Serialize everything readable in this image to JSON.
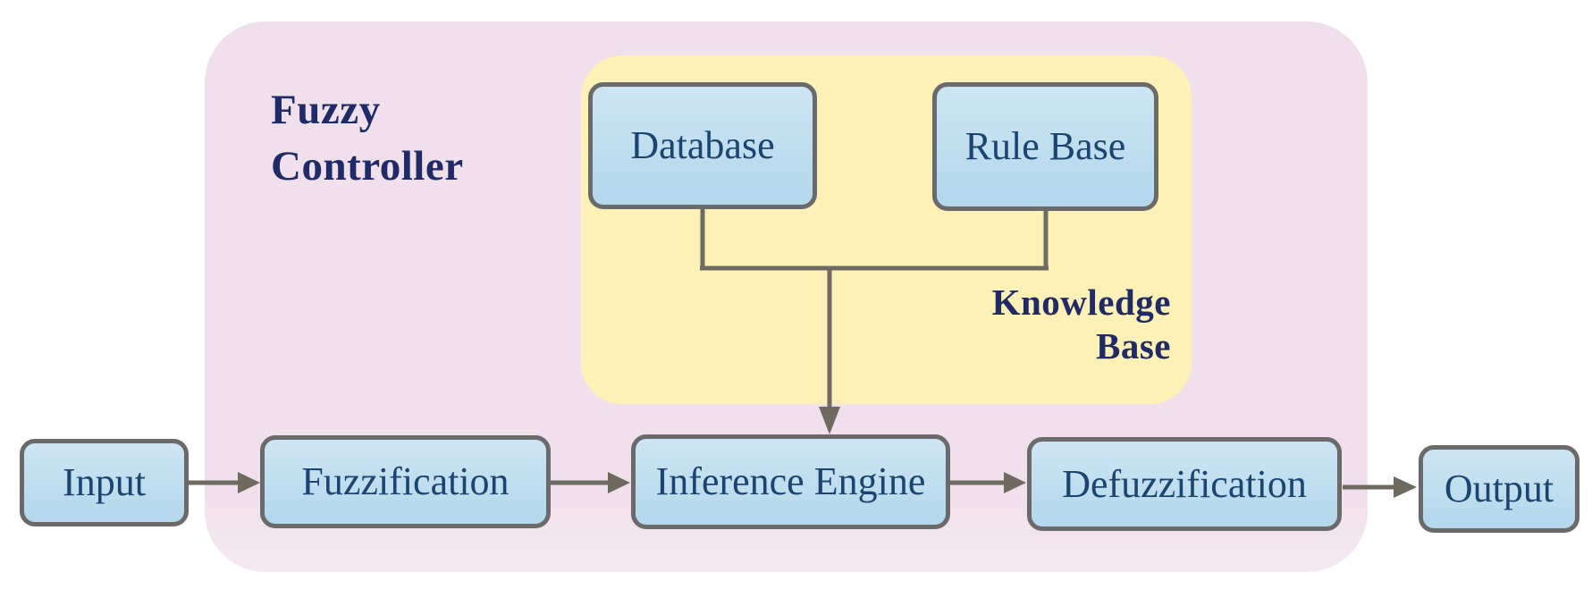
{
  "diagram": {
    "controller_label": [
      "Fuzzy",
      "Controller"
    ],
    "knowledge_label": [
      "Knowledge",
      "Base"
    ],
    "nodes": {
      "database": "Database",
      "rule_base": "Rule Base",
      "input": "Input",
      "fuzzification": "Fuzzification",
      "inference_engine": "Inference Engine",
      "defuzzification": "Defuzzification",
      "output": "Output"
    }
  },
  "colors": {
    "canvas_bg": "#ffffff",
    "controller_bg": "#f0e0eb",
    "knowledge_bg": "#fdf1b8",
    "node_fill_top": "#cde5f3",
    "node_fill_bottom": "#b3d7ec",
    "node_border": "#6a6a6a",
    "node_text": "#1b456e",
    "heading_text": "#1f2a66",
    "connector": "#6f6a60"
  }
}
